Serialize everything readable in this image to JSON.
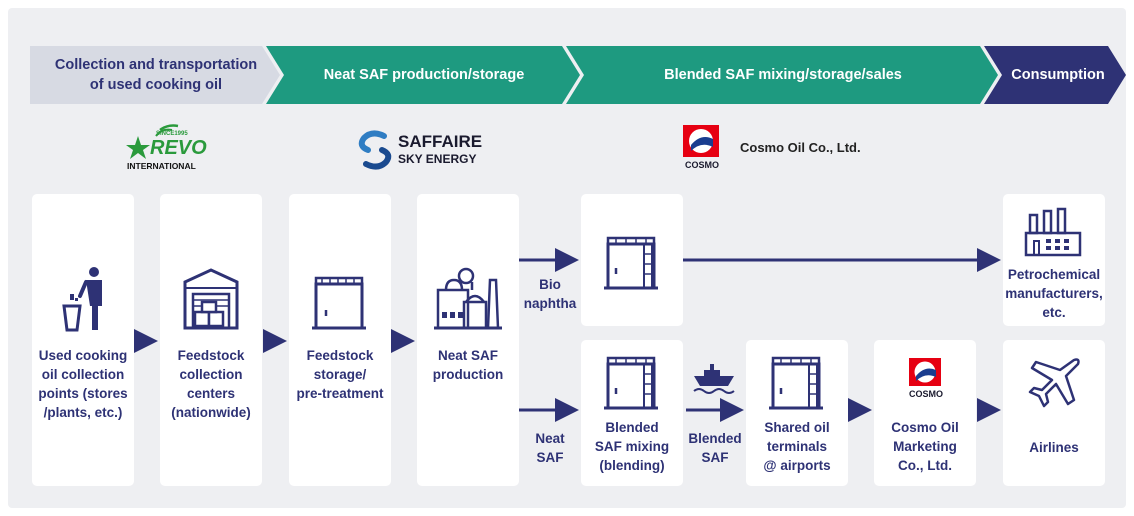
{
  "stages": [
    {
      "line1": "Collection and transportation",
      "line2": "of used cooking oil"
    },
    {
      "line1": "Neat SAF production/storage"
    },
    {
      "line1": "Blended SAF mixing/storage/sales"
    },
    {
      "line1": "Consumption"
    }
  ],
  "logos": {
    "revo": {
      "since": "SINCE1995",
      "name": "REVO",
      "sub": "INTERNATIONAL"
    },
    "saffaire": {
      "line1": "SAFFAIRE",
      "line2": "SKY ENERGY"
    },
    "cosmo": {
      "name": "Cosmo Oil Co., Ltd.",
      "badge": "COSMO"
    }
  },
  "nodes": {
    "collection_points": [
      "Used cooking",
      "oil collection",
      "points (stores",
      "/plants, etc.)"
    ],
    "collection_centers": [
      "Feedstock",
      "collection",
      "centers",
      "(nationwide)"
    ],
    "storage": [
      "Feedstock",
      "storage/",
      "pre-treatment"
    ],
    "production": [
      "Neat SAF",
      "production"
    ],
    "blending": [
      "Blended",
      "SAF mixing",
      "(blending)"
    ],
    "terminals": [
      "Shared oil",
      "terminals",
      "@ airports"
    ],
    "marketing": [
      "Cosmo Oil",
      "Marketing",
      "Co., Ltd."
    ],
    "petrochemical": [
      "Petrochemical",
      "manufacturers,",
      "etc."
    ],
    "airlines": [
      "Airlines"
    ]
  },
  "flow_labels": {
    "bio_naphtha": [
      "Bio",
      "naphtha"
    ],
    "neat_saf": [
      "Neat",
      "SAF"
    ],
    "blended_saf": [
      "Blended",
      "SAF"
    ]
  },
  "colors": {
    "stage_grey": "#d7dae3",
    "stage_green": "#1e9a80",
    "stage_navy": "#2e3275",
    "text_navy": "#2e3275",
    "arrow": "#2e3275",
    "revo_green": "#2a9a3c",
    "saffaire_blue": "#2f7dc3",
    "cosmo_red": "#e60012"
  }
}
